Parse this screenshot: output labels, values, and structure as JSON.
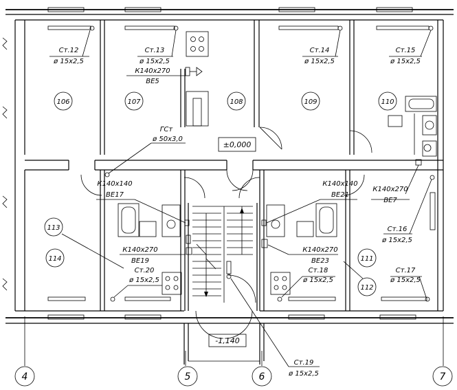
{
  "rooms": [
    {
      "id": "106"
    },
    {
      "id": "107"
    },
    {
      "id": "108"
    },
    {
      "id": "109"
    },
    {
      "id": "110"
    },
    {
      "id": "113"
    },
    {
      "id": "114"
    },
    {
      "id": "111"
    },
    {
      "id": "112"
    }
  ],
  "risers": [
    {
      "name": "Ст.12",
      "size": "ø 15x2,5"
    },
    {
      "name": "Ст.13",
      "size": "ø 15x2,5"
    },
    {
      "name": "Ст.14",
      "size": "ø 15x2,5"
    },
    {
      "name": "Ст.15",
      "size": "ø 15x2,5"
    },
    {
      "name": "Ст.16",
      "size": "ø 15x2,5"
    },
    {
      "name": "Ст.17",
      "size": "ø 15x2,5"
    },
    {
      "name": "Ст.18",
      "size": "ø 15x2,5"
    },
    {
      "name": "Ст.19",
      "size": "ø 15x2,5"
    },
    {
      "name": "Ст.20",
      "size": "ø 15x2,5"
    }
  ],
  "main_riser": {
    "name": "ГСт",
    "size": "ø 50x3,0"
  },
  "valves": [
    {
      "size": "К140х270",
      "code": "ВЕ5"
    },
    {
      "size": "К140х140",
      "code": "ВЕ17"
    },
    {
      "size": "К140х140",
      "code": "ВЕ21"
    },
    {
      "size": "К140х270",
      "code": "ВЕ7"
    },
    {
      "size": "К140х270",
      "code": "ВЕ19"
    },
    {
      "size": "К140х270",
      "code": "ВЕ23"
    }
  ],
  "levels": {
    "floor": "±0,000",
    "entrance": "-1,140"
  },
  "axes": [
    "4",
    "5",
    "6",
    "7"
  ]
}
